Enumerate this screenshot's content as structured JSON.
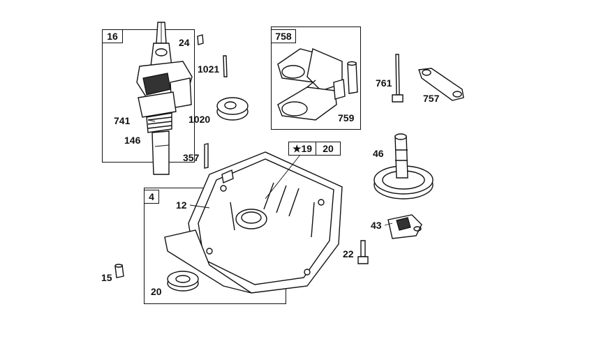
{
  "groups": {
    "crankshaft": "16",
    "connecting_rod": "758",
    "sump": "4",
    "gasket_set": "20",
    "gasket_set_star": "★19"
  },
  "parts": {
    "p24": "24",
    "p1021": "1021",
    "p1020": "1020",
    "p741": "741",
    "p146": "146",
    "p357": "357",
    "p759": "759",
    "p761": "761",
    "p757": "757",
    "p46": "46",
    "p43": "43",
    "p22": "22",
    "p12": "12",
    "p15": "15",
    "p20": "20"
  }
}
